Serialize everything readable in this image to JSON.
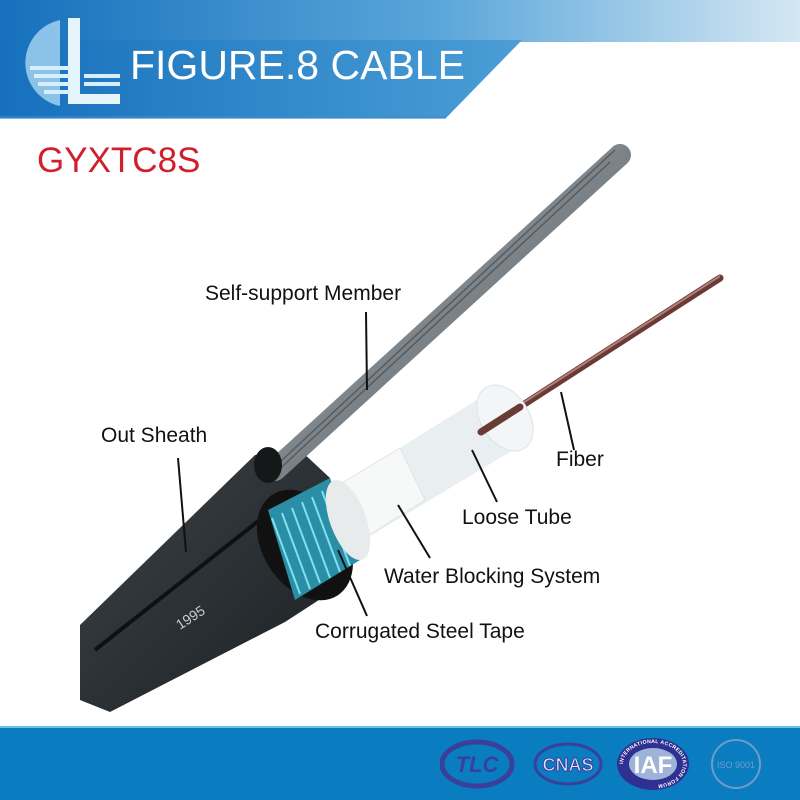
{
  "header": {
    "title": "FIGURE.8 CABLE",
    "logo_icon": "company-logo-cl",
    "colors": {
      "band_dark": "#1a76c0",
      "band_light": "#d5e7f3"
    }
  },
  "model": {
    "name": "GYXTC8S",
    "color": "#d0202c"
  },
  "labels": {
    "self_support_member": "Self-support Member",
    "out_sheath": "Out Sheath",
    "fiber": "Fiber",
    "loose_tube": "Loose Tube",
    "water_blocking": "Water Blocking System",
    "corrugated_steel_tape": "Corrugated Steel Tape"
  },
  "cable_marking": "1995",
  "footer": {
    "color": "#0a7dc1",
    "certifications": [
      {
        "name": "TLC",
        "text": "TLC"
      },
      {
        "name": "CNAS",
        "text": "CNAS"
      },
      {
        "name": "IAF",
        "text": "IAF",
        "ring_text": "INTERNATIONAL ACCREDITATION FORUM"
      },
      {
        "name": "ISO 9001",
        "text": "ISO 9001"
      }
    ]
  }
}
